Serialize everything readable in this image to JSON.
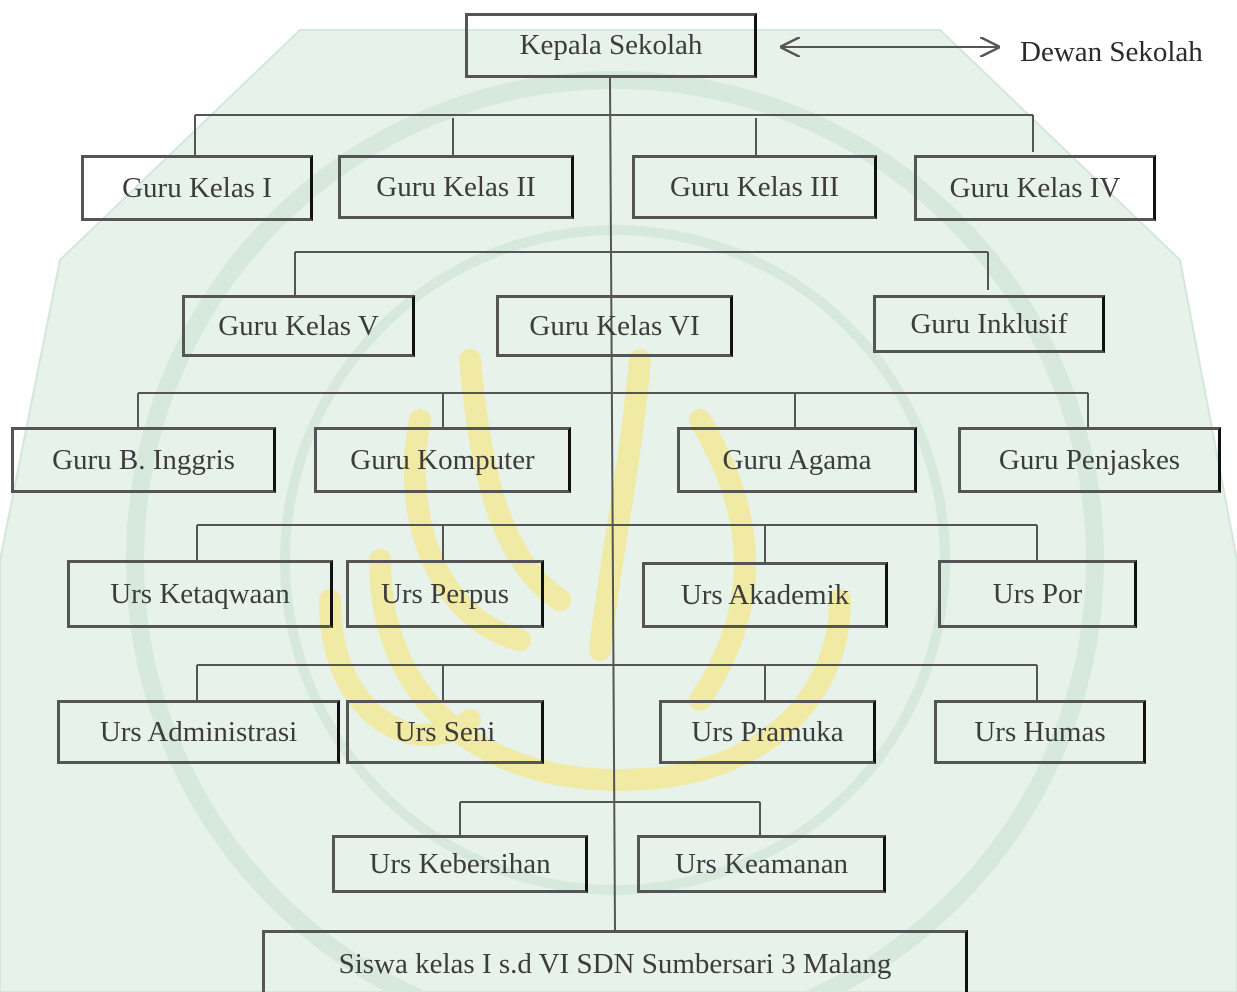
{
  "nodes": {
    "kepala_sekolah": "Kepala Sekolah",
    "dewan_sekolah": "Dewan Sekolah",
    "guru_kelas_1": "Guru Kelas I",
    "guru_kelas_2": "Guru Kelas II",
    "guru_kelas_3": "Guru Kelas III",
    "guru_kelas_4": "Guru Kelas IV",
    "guru_kelas_5": "Guru Kelas V",
    "guru_kelas_6": "Guru Kelas VI",
    "guru_inklusif": "Guru Inklusif",
    "guru_b_inggris": "Guru B. Inggris",
    "guru_komputer": "Guru Komputer",
    "guru_agama": "Guru Agama",
    "guru_penjaskes": "Guru Penjaskes",
    "urs_ketaqwaan": "Urs Ketaqwaan",
    "urs_perpus": "Urs Perpus",
    "urs_akademik": "Urs Akademik",
    "urs_por": "Urs Por",
    "urs_administrasi": "Urs Administrasi",
    "urs_seni": "Urs Seni",
    "urs_pramuka": "Urs Pramuka",
    "urs_humas": "Urs Humas",
    "urs_kebersihan": "Urs Kebersihan",
    "urs_keamanan": "Urs Keamanan",
    "siswa": "Siswa kelas I s.d VI SDN Sumbersari 3 Malang"
  },
  "relations": [
    {
      "from": "Kepala Sekolah",
      "to": "Dewan Sekolah",
      "type": "two-way arrow"
    }
  ],
  "colors": {
    "watermark_green": "#cfe5d6",
    "watermark_gold": "#f1eaa4",
    "box_border": "#555555",
    "connector": "#555555",
    "text": "#3c3c3c"
  }
}
